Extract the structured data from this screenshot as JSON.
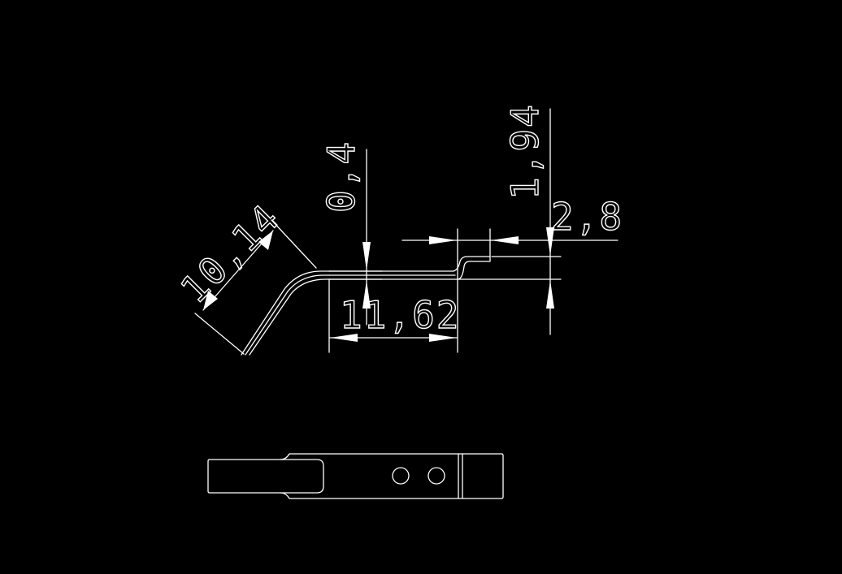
{
  "colors": {
    "background": "#000000",
    "line": "#ffffff"
  },
  "dimensions": {
    "diagonal_length": "10,14",
    "thickness": "0,4",
    "flat_length": "11,62",
    "step_height": "1,94",
    "tab_length": "2,8"
  }
}
